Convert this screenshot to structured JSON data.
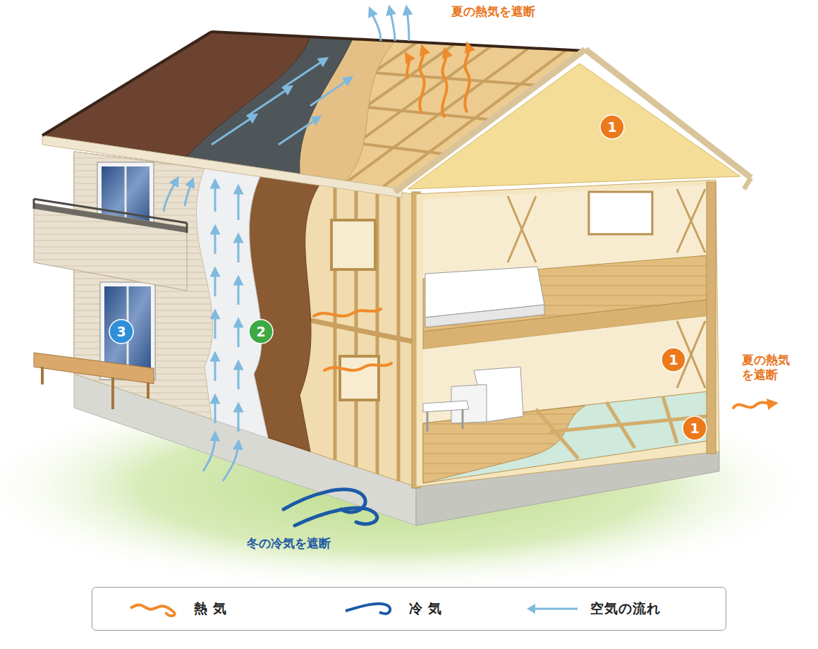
{
  "diagram": {
    "nodes": [
      {
        "text": [
          "1"
        ]
      },
      {
        "text": [
          "3"
        ]
      },
      {
        "text": [
          "2"
        ]
      },
      {
        "text": [
          "1"
        ]
      },
      {
        "text": [
          "1"
        ]
      }
    ],
    "labels": [
      "夏の熱気を遮断",
      "夏の熱気 を遮断",
      "冬の冷気を遮断"
    ],
    "legend": [
      {
        "text": "熱気"
      },
      {
        "text": "冷気"
      },
      {
        "text": "空気の流れ"
      }
    ]
  }
}
